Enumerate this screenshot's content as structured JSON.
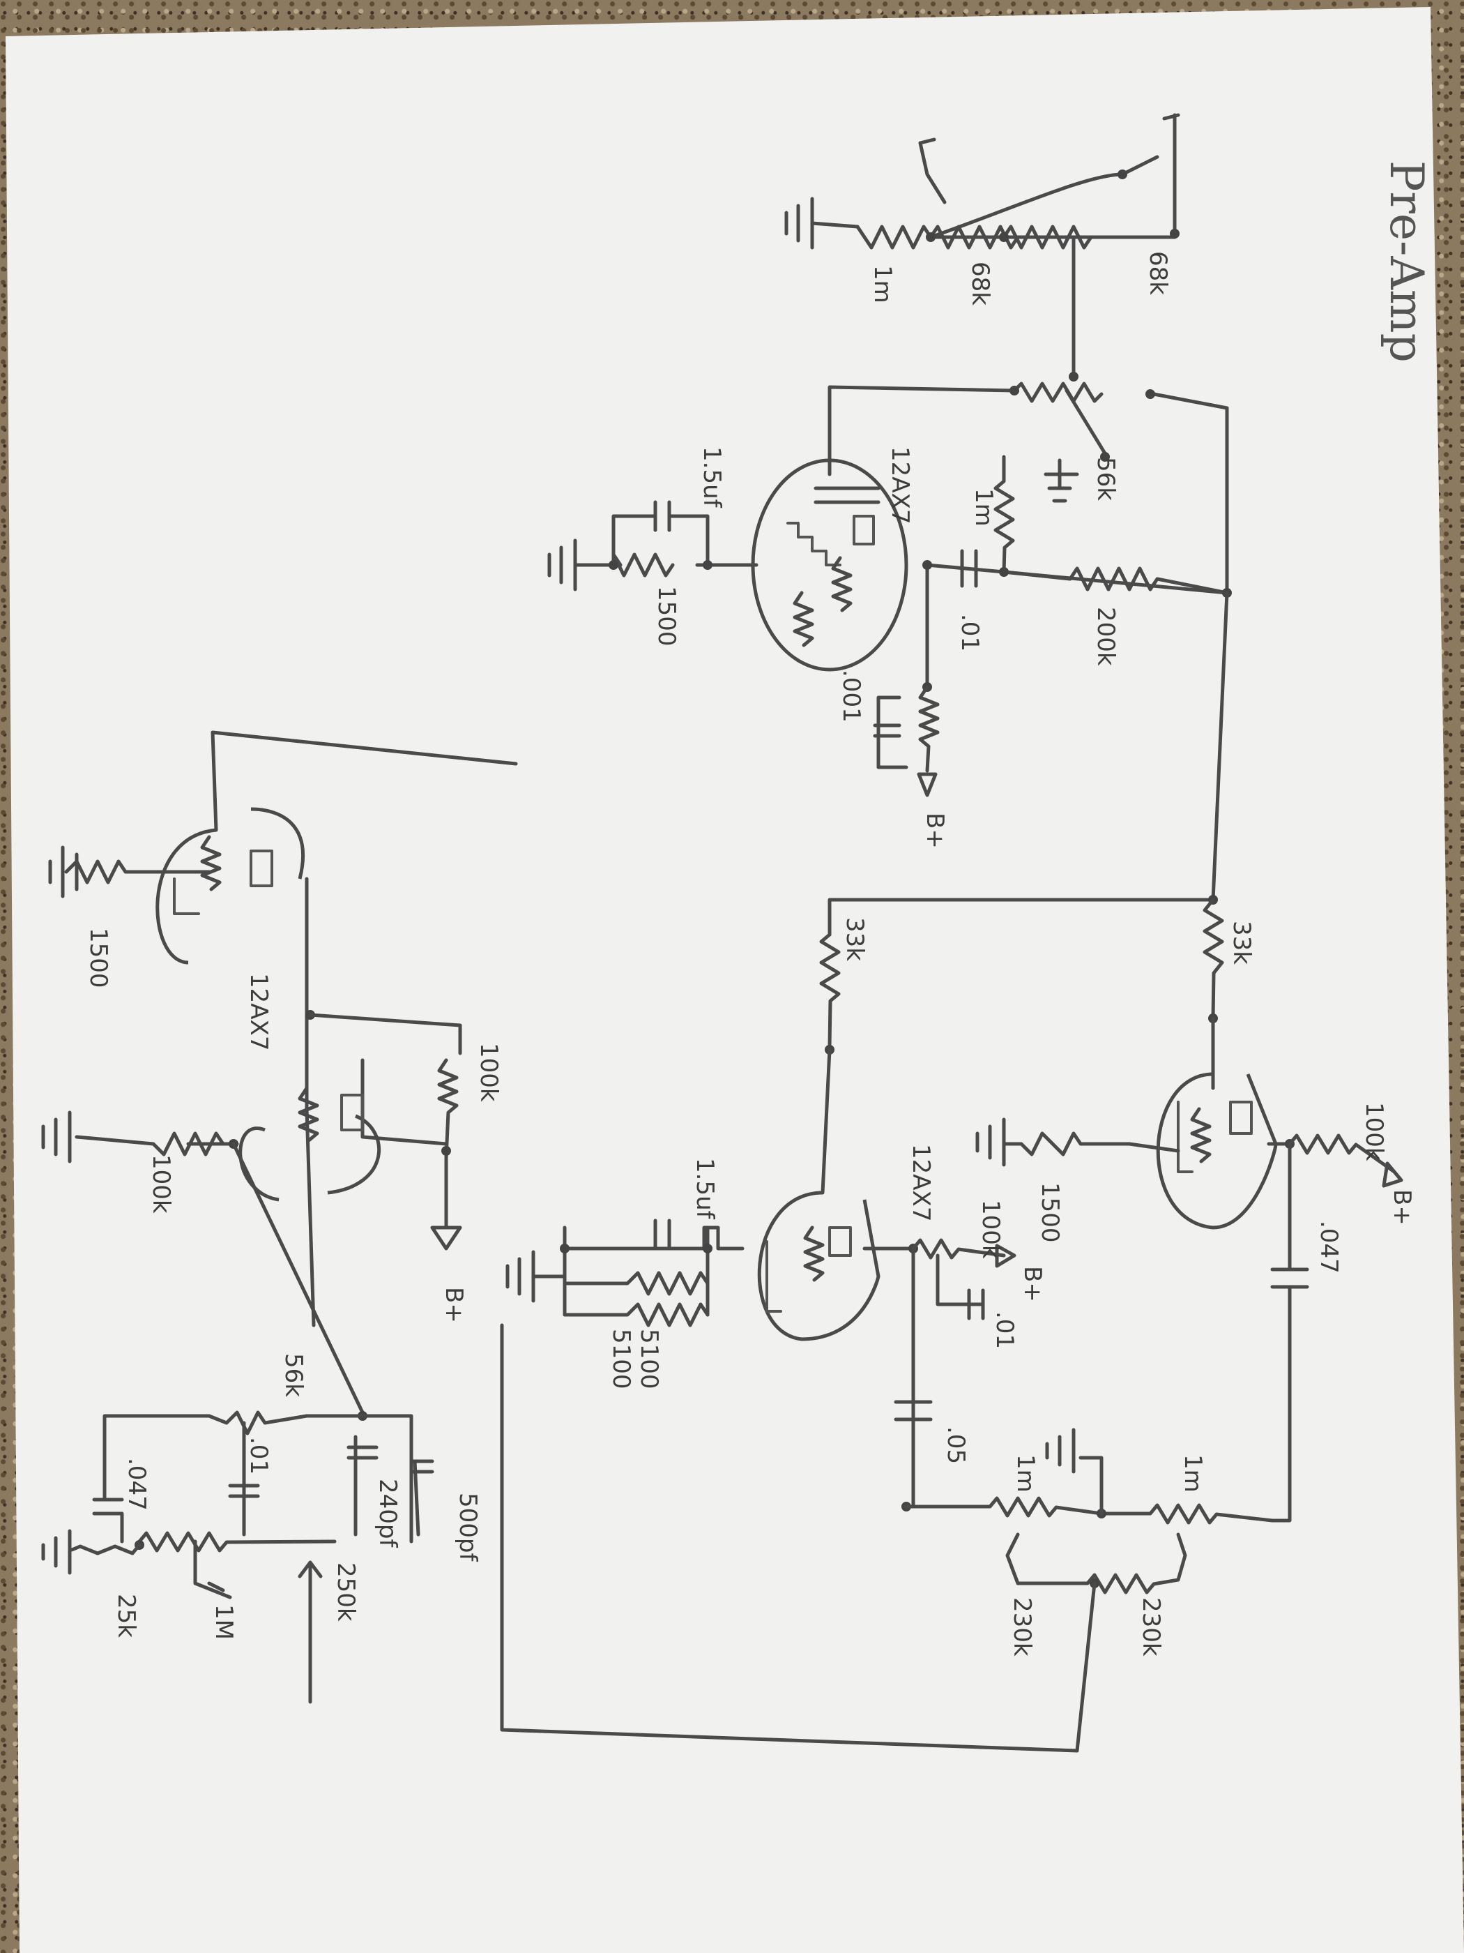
{
  "title": "Pre-Amp",
  "labels": {
    "r_68k_top": "68k",
    "r_68k_bottom": "68k",
    "r_1m_input": "1m",
    "r_56k": "56k",
    "r_1m_grid": "1m",
    "r_200k": "200k",
    "c_01_v1": ".01",
    "c_001": ".001",
    "bplus_1": "B+",
    "r_1500_v1": "1500",
    "c_15_v1": "1.5uf",
    "tube_v1": "12AX7",
    "r_33k_a": "33k",
    "r_33k_b": "33k",
    "r_100k_a": "100k",
    "bplus_2": "B+",
    "r_1500_v2": "1500",
    "c_047": ".047",
    "tube_v2": "12AX7",
    "c_15_v3": "1.5uf",
    "r_5100_a": "5100",
    "r_5100_b": "5100",
    "r_100k_b": "100k",
    "bplus_3": "B+",
    "c_01_v3": ".01",
    "c_05": ".05",
    "r_1m_pot_a": "1m",
    "r_1m_pot_b": "1m",
    "r_230k_a": "230k",
    "r_230k_b": "230k",
    "r_1500_v4": "1500",
    "tube_v4": "12AX7",
    "r_100k_c": "100k",
    "bplus_4": "B+",
    "r_100k_d": "100k",
    "r_56k_tone": "56k",
    "c_01_tone": ".01",
    "c_240pf": "240pf",
    "c_500pf": "500pf",
    "c_047_tone": ".047",
    "r_250k": "250k",
    "r_1m_tone": "1M",
    "r_25k": "25k"
  },
  "colors": {
    "paper": "#f1f1ef",
    "ink": "#4a4a4a",
    "counter": "#8c7a60"
  }
}
